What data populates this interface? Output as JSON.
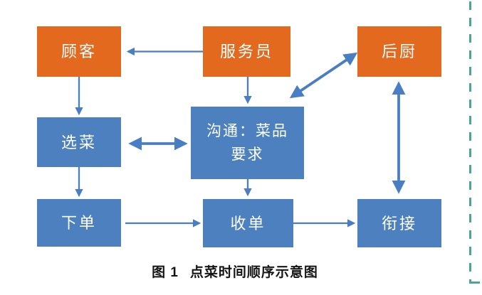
{
  "diagram": {
    "type": "flowchart",
    "caption": {
      "figure_label": "图 1",
      "title": "点菜时间顺序示意图"
    },
    "colors": {
      "actor_box": "#e2691e",
      "process_box": "#4c80bf",
      "arrow": "#4a7ec4",
      "dashed_border": "#4aa697",
      "caption_text": "#141414",
      "box_text": "#ffffff"
    },
    "nodes": {
      "customer": {
        "label": "顾客",
        "kind": "actor"
      },
      "waiter": {
        "label": "服务员",
        "kind": "actor"
      },
      "kitchen": {
        "label": "后厨",
        "kind": "actor"
      },
      "choose_dish": {
        "label": "选菜",
        "kind": "process"
      },
      "communicate": {
        "label_line1": "沟通：菜品",
        "label_line2": "要求",
        "kind": "process"
      },
      "place_order": {
        "label": "下单",
        "kind": "process"
      },
      "receive_order": {
        "label": "收单",
        "kind": "process"
      },
      "handover": {
        "label": "衔接",
        "kind": "process"
      }
    },
    "edges": [
      {
        "from": "waiter",
        "to": "customer",
        "direction": "one-way"
      },
      {
        "from": "customer",
        "to": "choose_dish",
        "direction": "one-way"
      },
      {
        "from": "waiter",
        "to": "communicate",
        "direction": "one-way"
      },
      {
        "from": "choose_dish",
        "to": "communicate",
        "direction": "two-way"
      },
      {
        "from": "communicate",
        "to": "kitchen",
        "direction": "two-way"
      },
      {
        "from": "choose_dish",
        "to": "place_order",
        "direction": "one-way"
      },
      {
        "from": "communicate",
        "to": "receive_order",
        "direction": "one-way"
      },
      {
        "from": "place_order",
        "to": "receive_order",
        "direction": "one-way"
      },
      {
        "from": "receive_order",
        "to": "handover",
        "direction": "one-way"
      },
      {
        "from": "kitchen",
        "to": "handover",
        "direction": "two-way"
      }
    ]
  }
}
